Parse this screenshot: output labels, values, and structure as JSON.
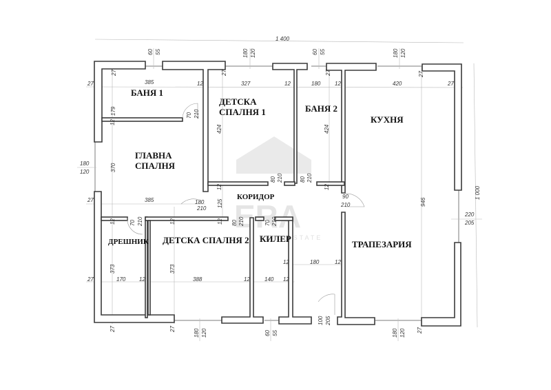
{
  "diagram": {
    "type": "floor_plan",
    "watermark": {
      "brand": "ERA",
      "tagline": "REAL ESTATE"
    },
    "overall": {
      "width_label": "1 400",
      "height_label": "1 000",
      "interior_height_label": "946"
    },
    "rooms": [
      {
        "id": "banya1",
        "name": "БАНЯ 1"
      },
      {
        "id": "detska1_line1",
        "name": "ДЕТСКА"
      },
      {
        "id": "detska1_line2",
        "name": "СПАЛНЯ 1"
      },
      {
        "id": "banya2",
        "name": "БАНЯ 2"
      },
      {
        "id": "kuhnya",
        "name": "КУХНЯ"
      },
      {
        "id": "glavna_line1",
        "name": "ГЛАВНА"
      },
      {
        "id": "glavna_line2",
        "name": "СПАЛНЯ"
      },
      {
        "id": "koridor",
        "name": "КОРИДОР"
      },
      {
        "id": "dreshnik",
        "name": "ДРЕШНИК"
      },
      {
        "id": "detska2",
        "name": "ДЕТСКА СПАЛНЯ 2"
      },
      {
        "id": "kiler",
        "name": "КИЛЕР"
      },
      {
        "id": "trapezaria",
        "name": "ТРАПЕЗАРИЯ"
      }
    ],
    "dimensions": {
      "top_win1_a": "60",
      "top_win1_b": "55",
      "top_win2_a": "180",
      "top_win2_b": "120",
      "top_win3_a": "60",
      "top_win3_b": "55",
      "top_win4_a": "180",
      "top_win4_b": "120",
      "bot_win1_a": "180",
      "bot_win1_b": "120",
      "bot_win2_a": "60",
      "bot_win2_b": "55",
      "bot_win3_a": "180",
      "bot_win3_b": "120",
      "left_win_a": "180",
      "left_win_b": "120",
      "right_door_a": "220",
      "right_door_b": "205",
      "entry_door_a": "100",
      "entry_door_b": "205",
      "row1": [
        "27",
        "385",
        "12",
        "327",
        "12",
        "180",
        "12",
        "420",
        "27"
      ],
      "row2": [
        "27",
        "385"
      ],
      "row3": [
        "27",
        "170",
        "12",
        "388",
        "12",
        "140",
        "12"
      ],
      "row_k": [
        "12",
        "180",
        "12"
      ],
      "walls": {
        "t27a": "27",
        "t27b": "27",
        "t27c": "27",
        "t27d": "27",
        "b27a": "27",
        "b27b": "27",
        "b27c": "27",
        "t12": "12"
      },
      "heights": {
        "banya1": "179",
        "glavna": "370",
        "detska1": "424",
        "banya2": "424",
        "koridor": "125",
        "dreshnik": "373",
        "detska2": "373"
      },
      "partition_12": [
        "12",
        "12",
        "12",
        "12",
        "12",
        "12"
      ],
      "doors": {
        "banya1": {
          "w": "70",
          "h": "210"
        },
        "detska1": {
          "w": "80",
          "h": "210"
        },
        "banya2": {
          "w": "80",
          "h": "210"
        },
        "glavna": {
          "w": "180",
          "h": "210"
        },
        "dreshnik": {
          "w": "70",
          "h": "210"
        },
        "detska2": {
          "w": "80",
          "h": "210"
        },
        "kiler": {
          "w": "70",
          "h": "210"
        },
        "kuhnya": {
          "w": "90",
          "h": "210"
        }
      }
    }
  }
}
